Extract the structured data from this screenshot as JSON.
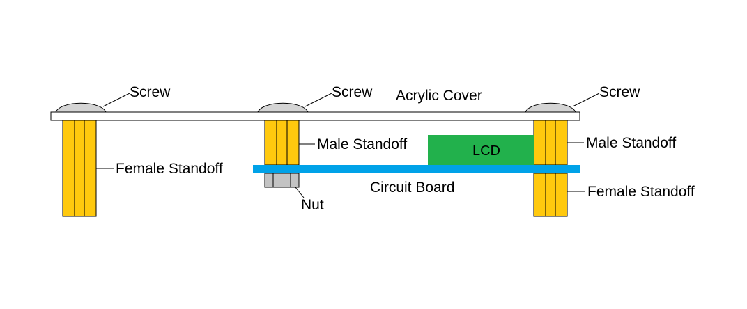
{
  "colors": {
    "background": "#ffffff",
    "outline": "#000000",
    "cover": "#ffffff",
    "screw": "#d4d4d4",
    "standoff": "#ffc90e",
    "board": "#00a2e8",
    "lcd": "#22b14c",
    "nut": "#c3c3c3"
  },
  "labels": {
    "acrylic_cover": "Acrylic Cover",
    "screw_left": "Screw",
    "screw_middle": "Screw",
    "screw_right": "Screw",
    "female_standoff_left": "Female Standoff",
    "male_standoff_middle": "Male Standoff",
    "male_standoff_right": "Male Standoff",
    "female_standoff_right": "Female Standoff",
    "lcd": "LCD",
    "circuit_board": "Circuit Board",
    "nut": "Nut"
  }
}
